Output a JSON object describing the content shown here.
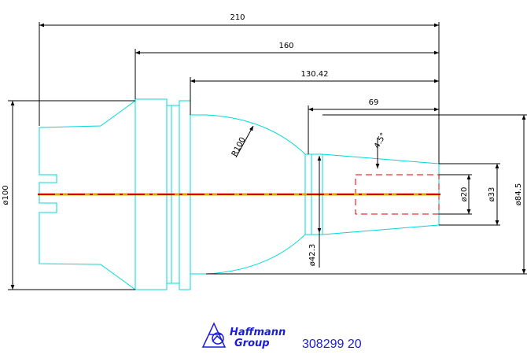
{
  "dimensions": {
    "len_210": "210",
    "len_160": "160",
    "len_130": "130.42",
    "len_69": "69",
    "radius": "R100",
    "angle": "4.5°",
    "dia_100": "ø100",
    "dia_42": "ø42.3",
    "dia_20": "ø20",
    "dia_33": "ø33",
    "dia_84": "ø84.5"
  },
  "logo": {
    "line1": "Haffmann",
    "line2": "Group",
    "part_number": "308299 20",
    "color": "#1c1cd8"
  },
  "colors": {
    "outline": "#00d8d8",
    "dimension": "#000000",
    "centerline_red": "#d80000",
    "centerline_yellow": "#d8a800",
    "hidden_bore": "#e00000"
  }
}
